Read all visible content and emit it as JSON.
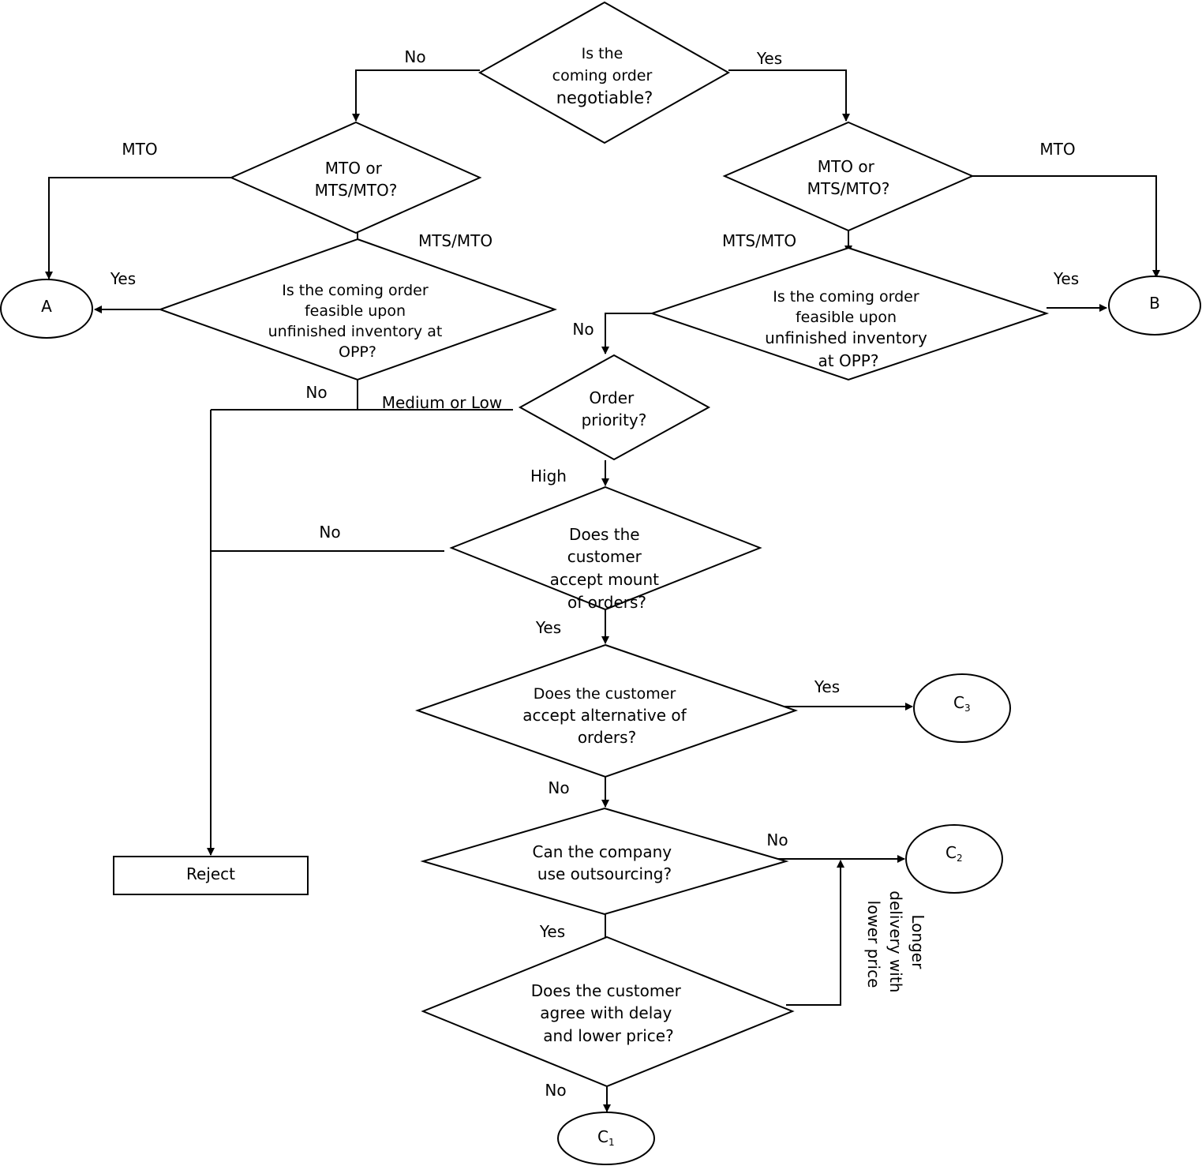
{
  "colors": {
    "stroke": "#000000",
    "background": "#ffffff"
  },
  "nodes": {
    "negotiable": {
      "lines": [
        "Is the",
        "coming order",
        "negotiable?"
      ]
    },
    "mto_left": {
      "lines": [
        "MTO or",
        "MTS/MTO?"
      ]
    },
    "mto_right": {
      "lines": [
        "MTO or",
        "MTS/MTO?"
      ]
    },
    "feasible_left": {
      "lines": [
        "Is the coming order",
        "feasible upon",
        "unfinished inventory at",
        "OPP?"
      ]
    },
    "feasible_right": {
      "lines": [
        "Is the coming order",
        "feasible upon",
        "unfinished inventory",
        "at OPP?"
      ]
    },
    "priority": {
      "lines": [
        "Order",
        "priority?"
      ]
    },
    "amount": {
      "lines": [
        "Does the",
        "customer",
        "accept mount",
        "of orders?"
      ]
    },
    "alternative": {
      "lines": [
        "Does the customer",
        "accept alternative of",
        "orders?"
      ]
    },
    "outsourcing": {
      "lines": [
        "Can the company",
        "use outsourcing?"
      ]
    },
    "delay": {
      "lines": [
        "Does the customer",
        "agree with delay",
        "and lower price?"
      ]
    },
    "reject": {
      "label": "Reject"
    },
    "terminal_a": {
      "label": "A"
    },
    "terminal_b": {
      "label": "B"
    },
    "terminal_c1": {
      "label": "C",
      "sub": "1"
    },
    "terminal_c2": {
      "label": "C",
      "sub": "2"
    },
    "terminal_c3": {
      "label": "C",
      "sub": "3"
    }
  },
  "edges": {
    "neg_no": "No",
    "neg_yes": "Yes",
    "left_mto": "MTO",
    "left_mtsmto": "MTS/MTO",
    "right_mto": "MTO",
    "right_mtsmto": "MTS/MTO",
    "feas_left_yes": "Yes",
    "feas_left_no": "No",
    "feas_right_yes": "Yes",
    "feas_right_no": "No",
    "priority_medium_low": "Medium or Low",
    "priority_high": "High",
    "amount_no": "No",
    "amount_yes": "Yes",
    "alt_yes": "Yes",
    "alt_no": "No",
    "out_no": "No",
    "out_yes": "Yes",
    "delay_no": "No",
    "longer_delivery": [
      "Longer",
      "delivery with",
      "lower price"
    ]
  }
}
